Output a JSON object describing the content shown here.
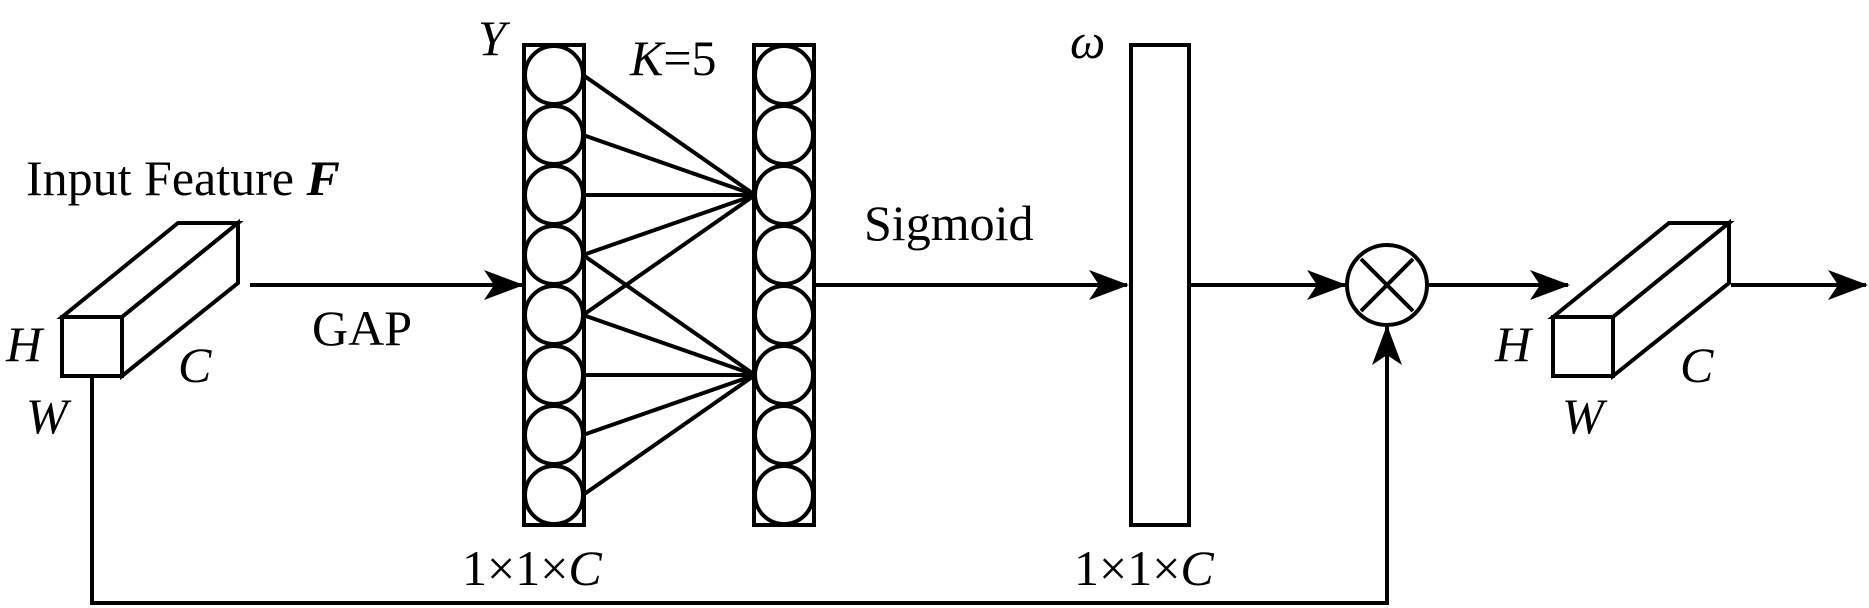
{
  "input_feature": {
    "label_prefix": "Input Feature ",
    "label_symbol": "F",
    "dim_h": "H",
    "dim_w": "W",
    "dim_c": "C"
  },
  "gap_label": "GAP",
  "left_column": {
    "top_label": "Y",
    "bottom_label_prefix": "1×1×",
    "bottom_label_var": "C",
    "node_count": 8
  },
  "kernel_label": {
    "var": "K",
    "rest": "=5"
  },
  "right_column": {
    "node_count": 8
  },
  "sigmoid_label": "Sigmoid",
  "weight_vector": {
    "top_label": "ω",
    "bottom_label_prefix": "1×1×",
    "bottom_label_var": "C"
  },
  "multiply_symbol": "⊗",
  "output_feature": {
    "dim_h": "H",
    "dim_w": "W",
    "dim_c": "C"
  },
  "colors": {
    "stroke": "#000000",
    "background": "#ffffff"
  }
}
